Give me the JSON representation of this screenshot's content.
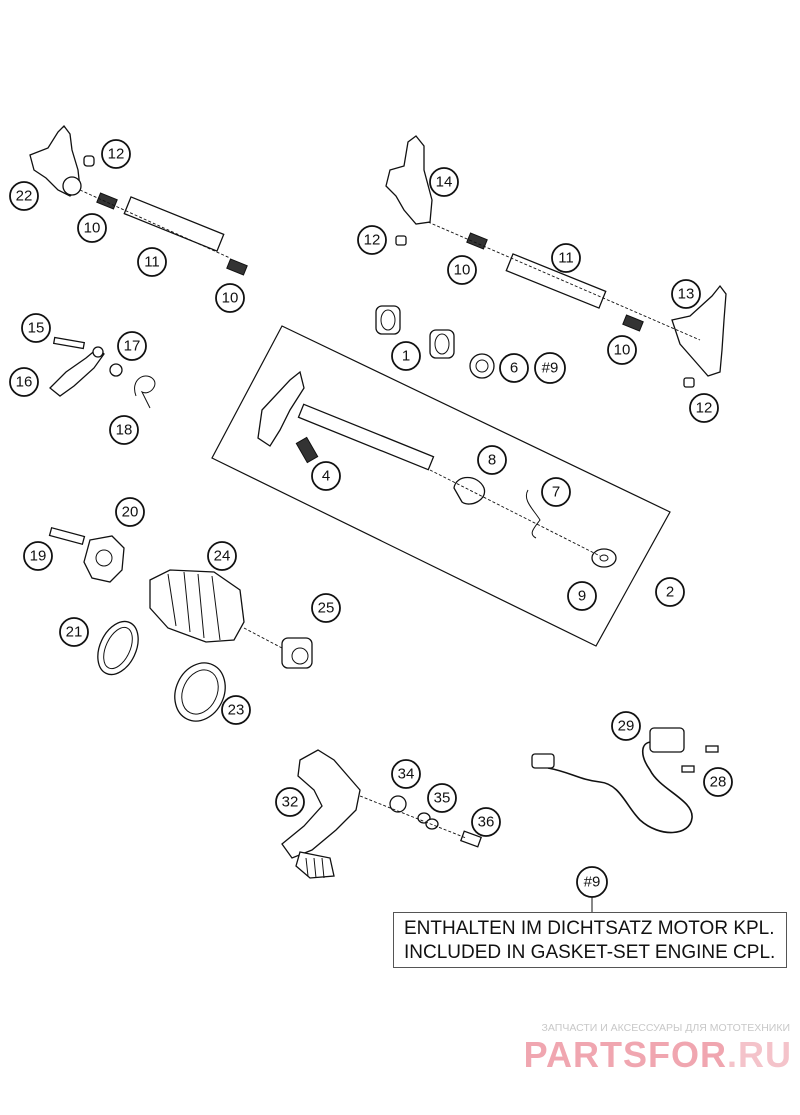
{
  "callouts": {
    "c1": "1",
    "c2": "2",
    "c4": "4",
    "c6": "6",
    "c7": "7",
    "c8": "8",
    "c9": "9",
    "c9h": "#9",
    "c10a": "10",
    "c10b": "10",
    "c10c": "10",
    "c10d": "10",
    "c11a": "11",
    "c11b": "11",
    "c12a": "12",
    "c12b": "12",
    "c12c": "12",
    "c13": "13",
    "c14": "14",
    "c15": "15",
    "c16": "16",
    "c17": "17",
    "c18": "18",
    "c19": "19",
    "c20": "20",
    "c21": "21",
    "c22": "22",
    "c23": "23",
    "c24": "24",
    "c25": "25",
    "c28": "28",
    "c29": "29",
    "c32": "32",
    "c34": "34",
    "c35": "35",
    "c36": "36",
    "c9note": "#9"
  },
  "note": {
    "line1": "ENTHALTEN IM DICHTSATZ MOTOR KPL.",
    "line2": "INCLUDED IN GASKET-SET ENGINE CPL."
  },
  "watermark": {
    "tagline": "ЗАПЧАСТИ И АКСЕССУАРЫ ДЛЯ МОТОТЕХНИКИ",
    "logo_main": "PARTSFOR",
    "logo_tld": ".RU"
  },
  "colors": {
    "line": "#111111",
    "watermark": "#f0a6b0"
  }
}
